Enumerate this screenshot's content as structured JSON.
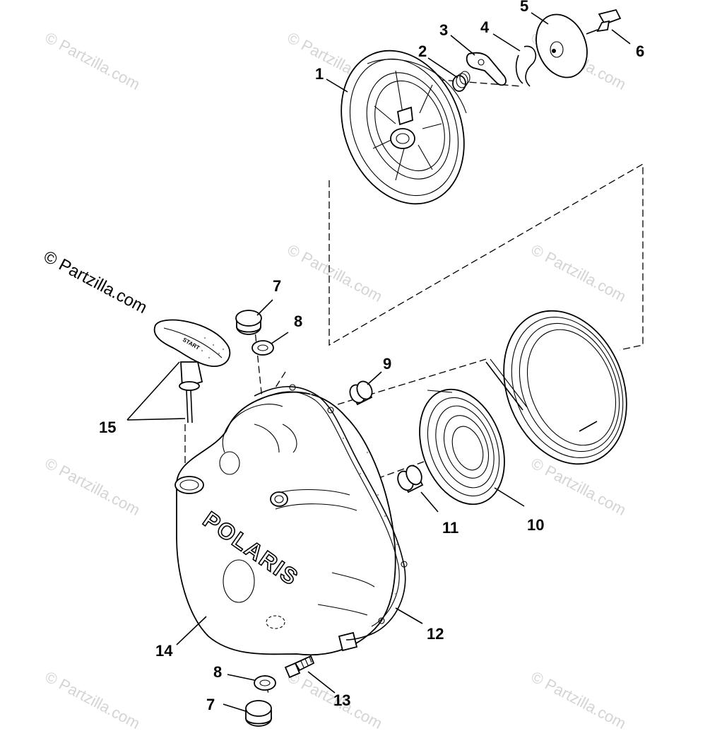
{
  "diagram": {
    "copyright": "© Partzilla.com",
    "watermark": "© Partzilla.com",
    "brand_logo": "POLARIS",
    "handle_text": "START",
    "callouts": {
      "c1": "1",
      "c2": "2",
      "c3": "3",
      "c4": "4",
      "c5": "5",
      "c6": "6",
      "c7a": "7",
      "c8a": "8",
      "c9": "9",
      "c10": "10",
      "c11": "11",
      "c12": "12",
      "c13": "13",
      "c14": "14",
      "c15": "15",
      "c8b": "8",
      "c7b": "7"
    }
  }
}
